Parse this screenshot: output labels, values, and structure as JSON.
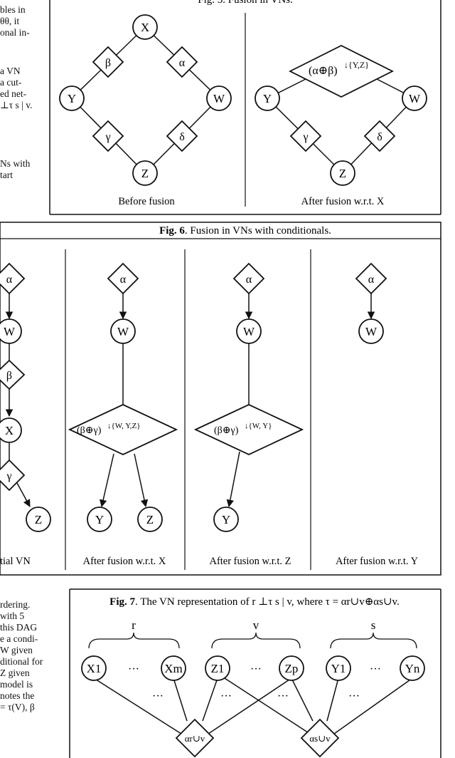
{
  "left_text_fragments": [
    "bles in",
    "θθ, it",
    "onal in-",
    "a VN",
    "a cut-",
    "ed net-",
    "⊥τ s | v.",
    "Ns with",
    "tart"
  ],
  "bottom_left_text": [
    "rdering.",
    "with 5",
    "this DAG",
    "e a condi-",
    "W given",
    "ditional for",
    "Z given",
    "model is",
    "notes the",
    "= τ(V), β"
  ],
  "fig5": {
    "title": "Fig. 5. Fusion in VNs.",
    "variables": [
      "X",
      "Y",
      "W",
      "Z"
    ],
    "factors": [
      "β",
      "α",
      "γ",
      "δ"
    ],
    "fused_factor": "(α⊕β)",
    "fused_superscript": "↓{Y,Z}",
    "caption_before": "Before fusion",
    "caption_after": "After fusion w.r.t. X"
  },
  "fig6": {
    "title_bold": "Fig. 6",
    "title_rest": ". Fusion in VNs with conditionals.",
    "initial": {
      "factors": [
        "α",
        "β",
        "γ"
      ],
      "variables": [
        "W",
        "X",
        "Z"
      ],
      "caption": "tial VN"
    },
    "panel_x": {
      "factor": "α",
      "variables": [
        "W",
        "Y",
        "Z"
      ],
      "fused_factor": "(β⊕γ)",
      "fused_superscript": "↓{W, Y,Z}",
      "caption": "After fusion w.r.t. X"
    },
    "panel_z": {
      "factor": "α",
      "variables": [
        "W",
        "Y"
      ],
      "fused_factor": "(β⊕γ)",
      "fused_superscript": "↓{W, Y}",
      "caption": "After fusion w.r.t. Z"
    },
    "panel_y": {
      "factor": "α",
      "variables": [
        "W"
      ],
      "caption": "After fusion w.r.t. Y"
    }
  },
  "fig7": {
    "title_bold": "Fig. 7",
    "title_rest": ". The VN representation of r ⊥τ s | v, where τ = αr∪v⊕αs∪v.",
    "groups": [
      "r",
      "v",
      "s"
    ],
    "variables": [
      "X1",
      "Xm",
      "Z1",
      "Zp",
      "Y1",
      "Yn"
    ],
    "ellipsis": "···",
    "factors": [
      "αr∪v",
      "αs∪v"
    ]
  }
}
